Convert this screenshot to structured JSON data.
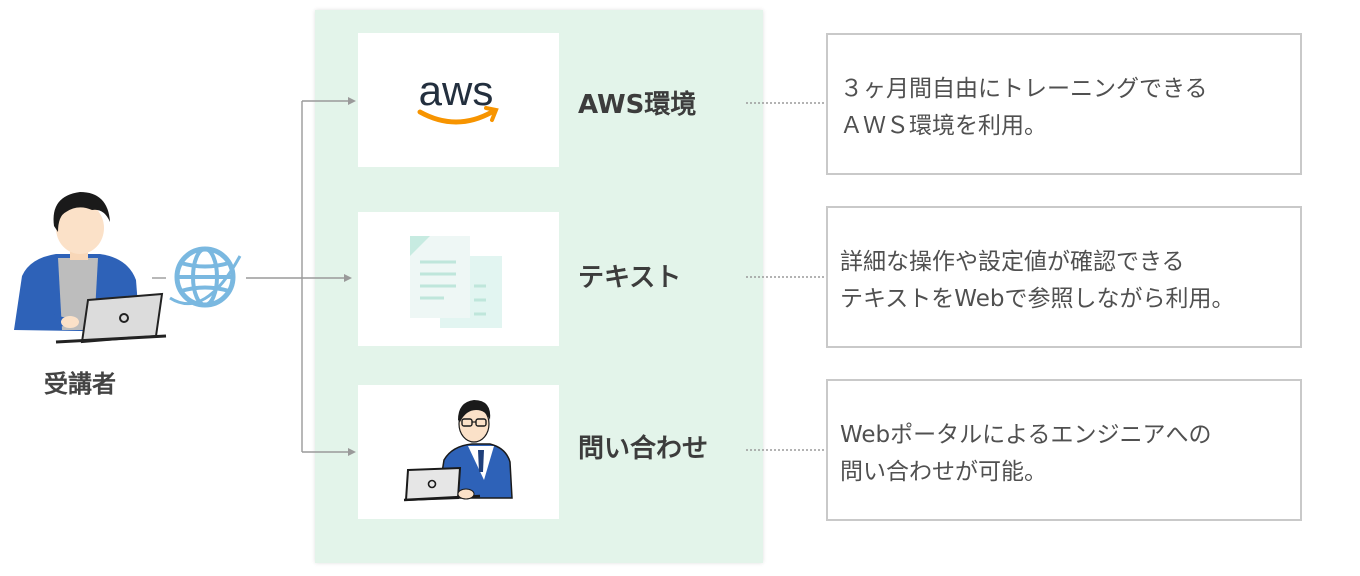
{
  "learner": {
    "label": "受講者"
  },
  "services": [
    {
      "label": "AWS環境",
      "logo_text": "aws",
      "description": [
        "３ヶ月間自由にトレーニングできる",
        "ＡＷＳ環境を利用。"
      ]
    },
    {
      "label": "テキスト",
      "description": [
        "詳細な操作や設定値が確認できる",
        "テキストをWebで参照しながら利用。"
      ]
    },
    {
      "label": "問い合わせ",
      "description": [
        "Webポータルによるエンジニアへの",
        "問い合わせが可能。"
      ]
    }
  ],
  "colors": {
    "panel_bg": "#e3f4ea",
    "aws_orange": "#f79400",
    "aws_text": "#232f3e",
    "blue_jacket": "#2e62b8",
    "globe": "#7ab8e0",
    "doc_mint": "#dff3ee",
    "doc_lines": "#bfe6db"
  },
  "icons": [
    "user-laptop-icon",
    "globe-icon",
    "aws-logo",
    "document-icon",
    "support-engineer-icon"
  ]
}
